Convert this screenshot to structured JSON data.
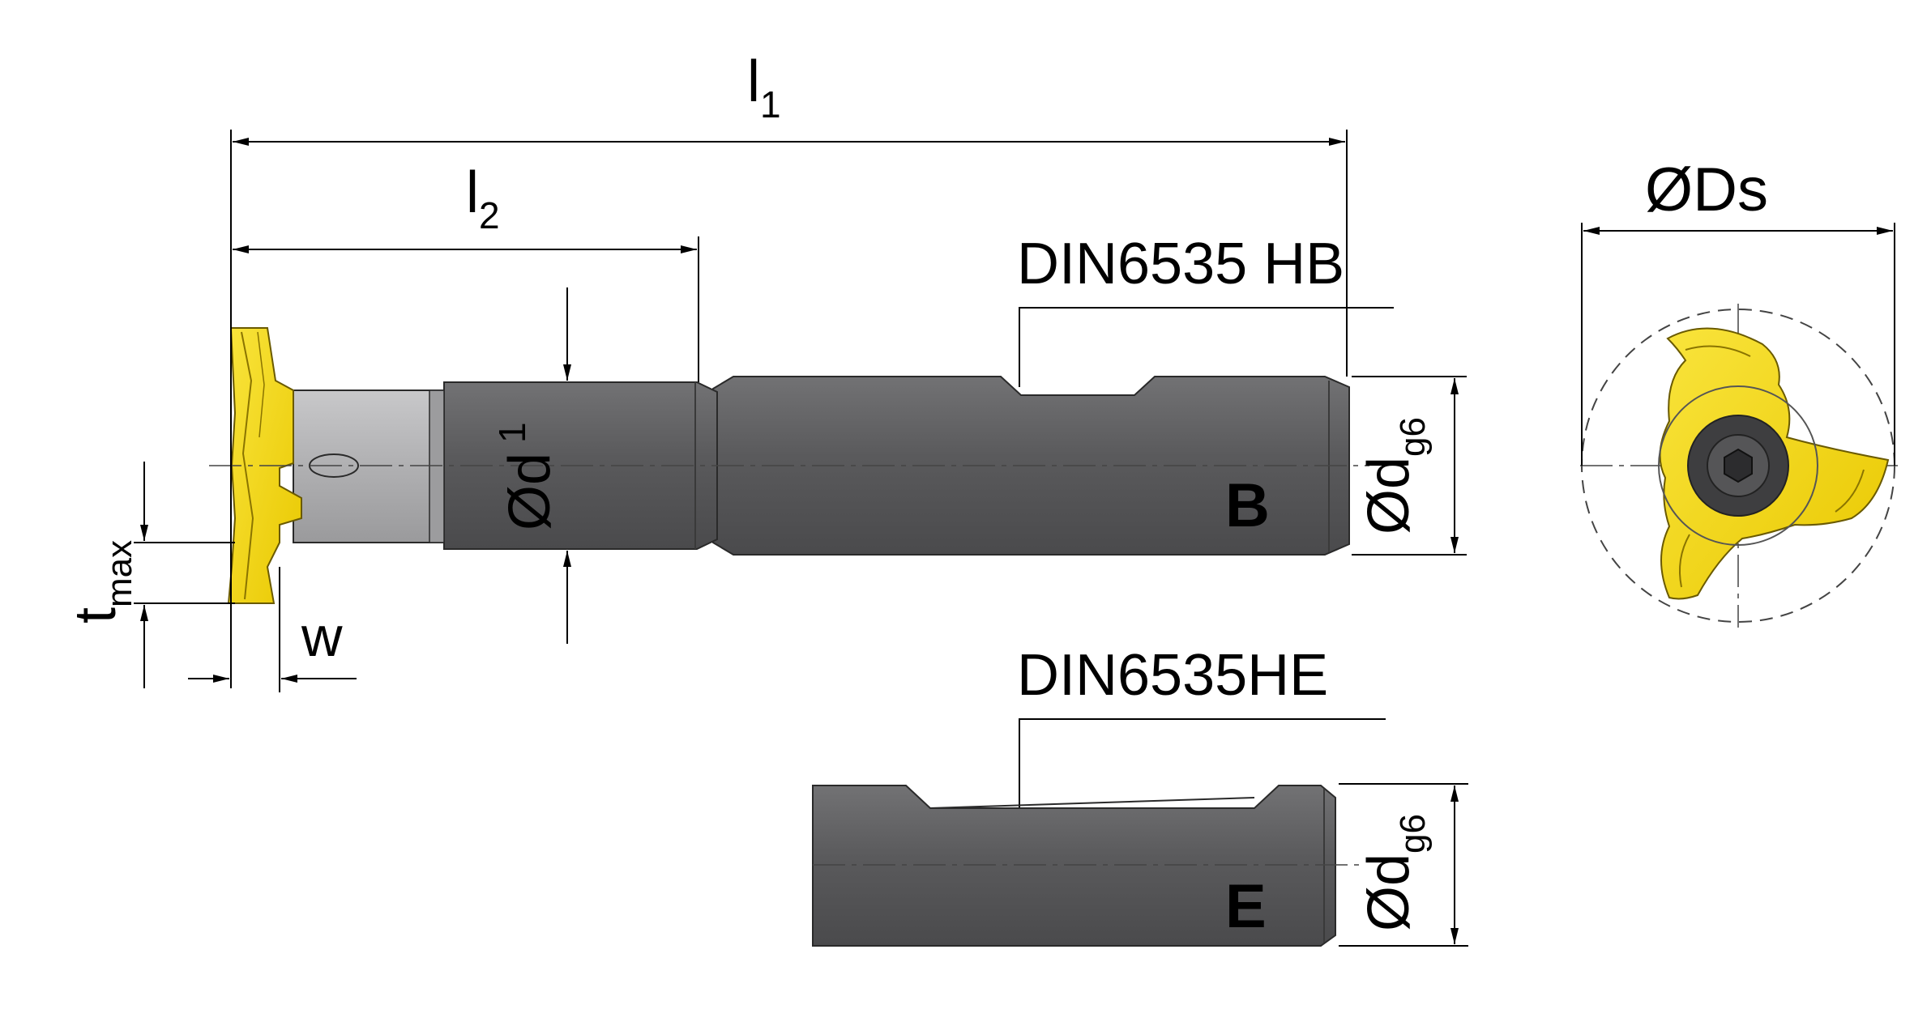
{
  "dimensions": {
    "l1": {
      "main": "l",
      "sub": "1"
    },
    "l2": {
      "main": "l",
      "sub": "2"
    },
    "d1": {
      "main": "Ød",
      "sub": "1"
    },
    "dg6_b": {
      "main": "Ød",
      "sub": "g6"
    },
    "dg6_e": {
      "main": "Ød",
      "sub": "g6"
    },
    "tmax": {
      "main": "t",
      "sub": "max"
    },
    "w": "w",
    "Ds": "ØDs"
  },
  "callouts": {
    "hb": "DIN6535 HB",
    "he": "DIN6535HE"
  },
  "shank_letters": {
    "b": "B",
    "e": "E"
  },
  "colors": {
    "shank": "#5c5c5e",
    "shank_dark": "#3e3e40",
    "neck": "#b8b8ba",
    "insert": "#f5d80a",
    "line": "#000000",
    "background": "#ffffff"
  }
}
